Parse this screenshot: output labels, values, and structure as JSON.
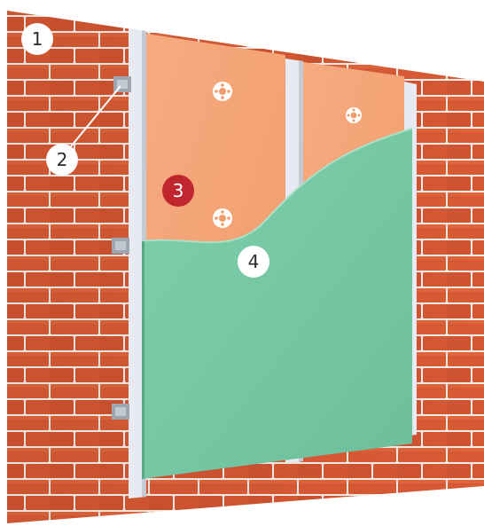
{
  "markers": [
    {
      "label": "1",
      "fill": "#ffffff",
      "text": "#2a2a2a"
    },
    {
      "label": "2",
      "fill": "#ffffff",
      "text": "#2a2a2a"
    },
    {
      "label": "3",
      "fill": "#c0262d",
      "text": "#ffffff"
    },
    {
      "label": "4",
      "fill": "#ffffff",
      "text": "#2a2a2a"
    }
  ],
  "colors": {
    "brick": "#d75a34",
    "mortar": "#f3ece6",
    "insulation": "#f4a477",
    "panel": "#76c8a3",
    "rail": "#dfe3ea",
    "bracket": "#9ea6b2",
    "dowel": "#ffffff"
  },
  "icons": [
    "brick-wall",
    "metal-rail",
    "wall-bracket",
    "insulation-dowel",
    "facing-panel"
  ]
}
